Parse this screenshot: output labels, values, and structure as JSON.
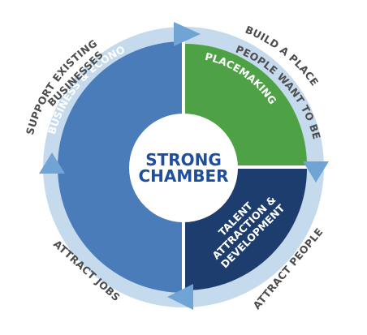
{
  "colors": {
    "outer_ring": "#c5daec",
    "arrow": "#6fa4d4",
    "business_segment": "#4b7cba",
    "placemaking_segment": "#4ea245",
    "talent_segment": "#1d3d6e",
    "center_text": "#1f4f9c",
    "label_text": "#4d4d4f"
  },
  "center": {
    "line1": "STRONG",
    "line2": "CHAMBER"
  },
  "segments": {
    "business": "BUSINESS & ECONOMIC GROWTH",
    "placemaking": "PLACEMAKING",
    "talent": {
      "line1": "TALENT",
      "line2": "ATTRACTION &",
      "line3": "DEVELOPMENT"
    }
  },
  "outer_labels": {
    "support": {
      "line1": "SUPPORT EXISTING",
      "line2": "BUSINESSES"
    },
    "build": {
      "line1": "BUILD A PLACE",
      "line2": "PEOPLE WANT TO BE"
    },
    "attract_people": "ATTRACT PEOPLE",
    "attract_jobs": "ATTRACT JOBS"
  }
}
